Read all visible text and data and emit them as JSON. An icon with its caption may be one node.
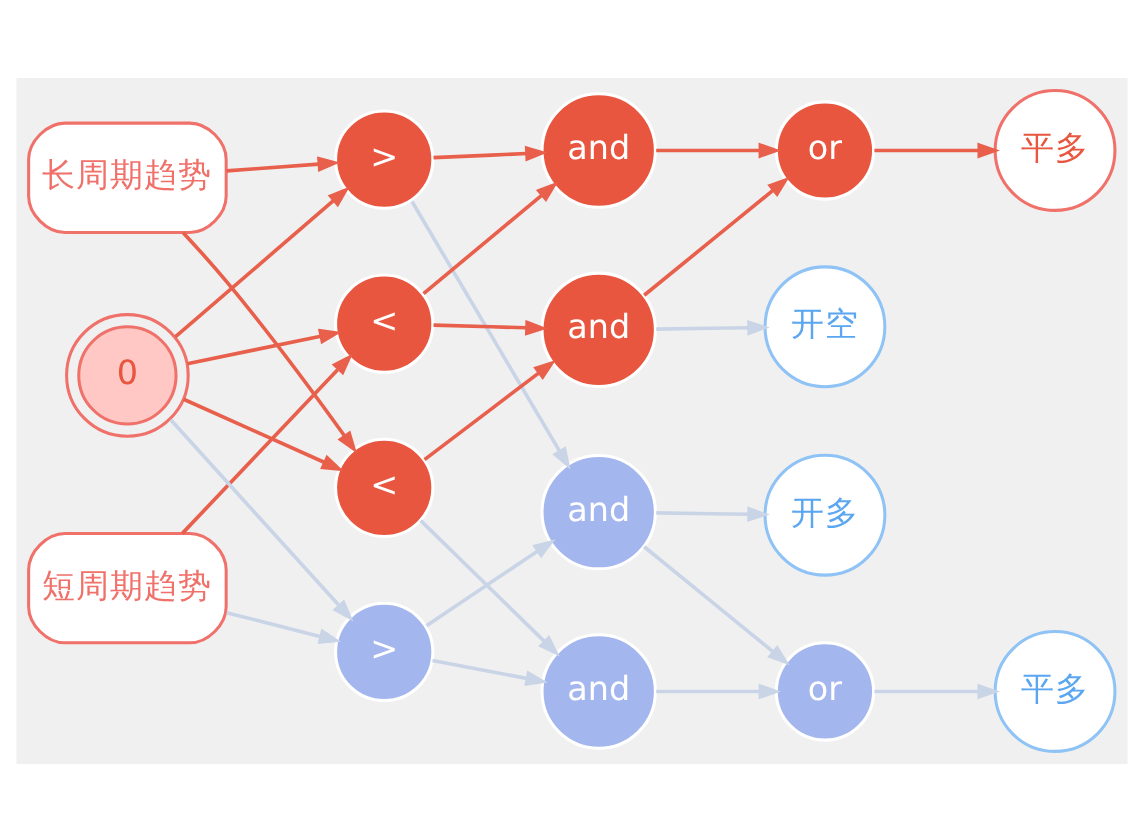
{
  "diagram": {
    "nodes": [
      {
        "text": [
          "短周期趋势"
        ]
      },
      {
        "text": [
          "长周期趋势"
        ]
      },
      {
        "text": [
          ">"
        ]
      },
      {
        "text": [
          ">"
        ]
      },
      {
        "text": [
          "<"
        ]
      },
      {
        "text": [
          "<"
        ]
      },
      {
        "text": [
          "0"
        ]
      },
      {
        "text": [
          "and"
        ]
      },
      {
        "text": [
          "or"
        ]
      },
      {
        "text": [
          "and"
        ]
      },
      {
        "text": [
          "and"
        ]
      },
      {
        "text": [
          "or"
        ]
      },
      {
        "text": [
          "and"
        ]
      },
      {
        "text": [
          "开多"
        ]
      },
      {
        "text": [
          "平多"
        ]
      },
      {
        "text": [
          "平多"
        ]
      },
      {
        "text": [
          "开空"
        ]
      }
    ],
    "edges": [
      {
        "from": 0,
        "to": 2,
        "arrow": "to",
        "color": "#c9d5e6"
      },
      {
        "from": 0,
        "to": 4,
        "arrow": "to"
      },
      {
        "from": 1,
        "to": 3,
        "arrow": "to"
      },
      {
        "from": 1,
        "to": 5,
        "arrow": "to"
      },
      {
        "from": 6,
        "to": 3,
        "arrow": "to"
      },
      {
        "from": 6,
        "to": 5,
        "arrow": "to"
      },
      {
        "from": 6,
        "to": 4,
        "arrow": "to"
      },
      {
        "from": 6,
        "to": 2,
        "arrow": "to",
        "color": "#c9d5e6"
      },
      {
        "from": 2,
        "to": 7,
        "arrow": "to",
        "color": "#c9d5e6"
      },
      {
        "from": 2,
        "to": 9,
        "arrow": "to",
        "color": "#c9d5e6"
      },
      {
        "from": 3,
        "to": 7,
        "arrow": "to",
        "color": "#c9d5e6"
      },
      {
        "from": 3,
        "to": 10,
        "arrow": "to"
      },
      {
        "from": 4,
        "to": 10,
        "arrow": "to"
      },
      {
        "from": 4,
        "to": 12,
        "arrow": "to"
      },
      {
        "from": 5,
        "to": 9,
        "arrow": "to",
        "color": "#c9d5e6"
      },
      {
        "from": 5,
        "to": 12,
        "arrow": "to"
      },
      {
        "from": 7,
        "to": 13,
        "arrow": "to",
        "color": "#c9d5e6"
      },
      {
        "from": 7,
        "to": 8,
        "arrow": "to",
        "color": "#c9d5e6"
      },
      {
        "from": 9,
        "to": 8,
        "arrow": "to",
        "color": "#c9d5e6"
      },
      {
        "from": 8,
        "to": 14,
        "arrow": "to",
        "color": "#c9d5e6"
      },
      {
        "from": 10,
        "to": 11,
        "arrow": "to"
      },
      {
        "from": 12,
        "to": 11,
        "arrow": "to"
      },
      {
        "from": 11,
        "to": 15,
        "arrow": "to"
      },
      {
        "from": 12,
        "to": 16,
        "arrow": "to",
        "color": "#c9d5e6"
      }
    ]
  }
}
